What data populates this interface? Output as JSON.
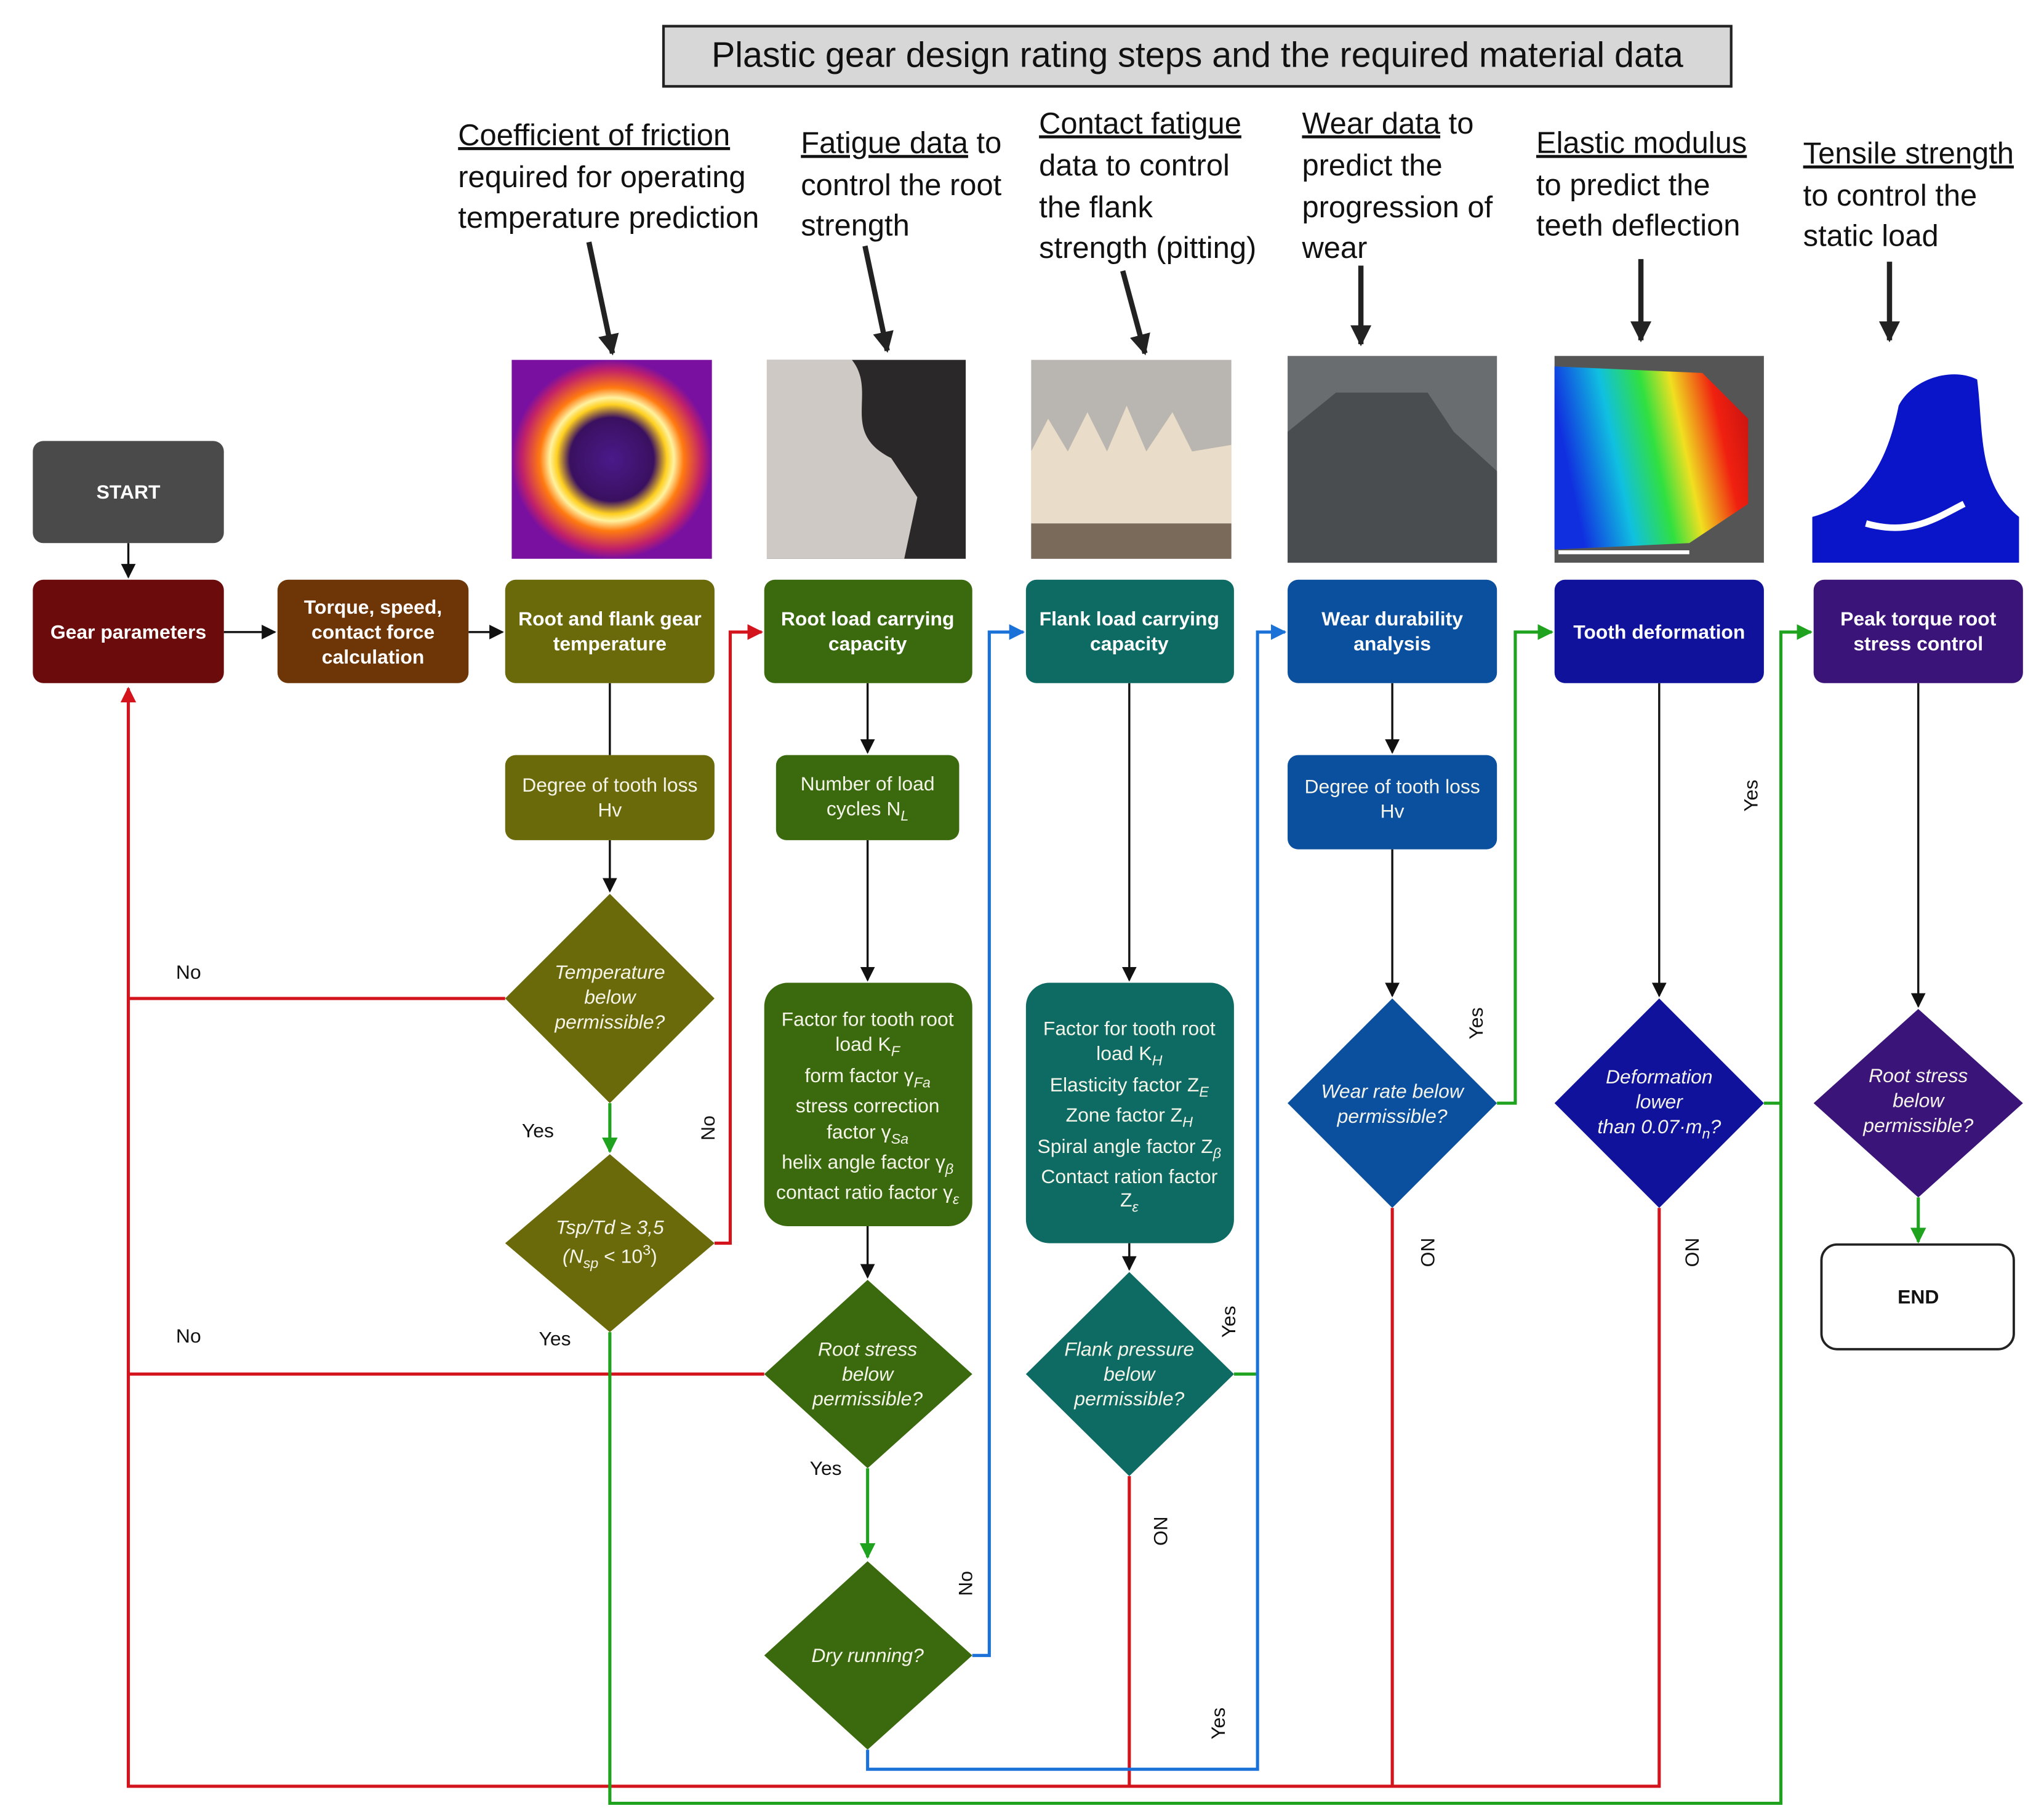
{
  "title": "Plastic gear design rating steps and the required material data",
  "annotations": [
    {
      "u": "Coefficient of friction",
      "lines": [
        "required for operating",
        "temperature prediction"
      ]
    },
    {
      "u": "Fatigue data",
      "rest": " to",
      "lines": [
        "control the root",
        "strength"
      ]
    },
    {
      "u": "Contact fatigue",
      "lines": [
        "data to control",
        "the flank",
        "strength (pitting)"
      ]
    },
    {
      "u": "Wear data",
      "rest": " to",
      "lines": [
        "predict the",
        "progression of",
        "wear"
      ]
    },
    {
      "u": "Elastic modulus",
      "lines": [
        "to predict the",
        "teeth deflection"
      ]
    },
    {
      "u": "Tensile strength",
      "lines": [
        "to control the",
        "static load"
      ]
    }
  ],
  "nodes": {
    "start": "START",
    "gear_parameters": "Gear parameters",
    "torque": [
      "Torque, speed,",
      "contact force",
      "calculation"
    ],
    "temperature": [
      "Root and flank gear",
      "temperature"
    ],
    "root_load": [
      "Root load carrying",
      "capacity"
    ],
    "flank_load": [
      "Flank load carrying",
      "capacity"
    ],
    "wear": [
      "Wear durability",
      "analysis"
    ],
    "deformation": "Tooth deformation",
    "peak": [
      "Peak torque root",
      "stress control"
    ],
    "tooth_loss_1": [
      "Degree of tooth loss",
      "Hv"
    ],
    "load_cycles": {
      "l1": "Number of load",
      "l2": "cycles N",
      "sub": "L"
    },
    "tooth_loss_2": [
      "Degree of tooth loss",
      "Hv"
    ],
    "factors_root": [
      {
        "t": "Factor for tooth root"
      },
      {
        "t": "load K",
        "sub": "F"
      },
      {
        "t": "form factor γ",
        "sub": "Fa"
      },
      {
        "t": "stress correction"
      },
      {
        "t": "factor γ",
        "sub": "Sa"
      },
      {
        "t": "helix angle factor γ",
        "sub": "β"
      },
      {
        "t": "contact ratio factor γ",
        "sub": "ε"
      }
    ],
    "factors_flank": [
      {
        "t": "Factor for tooth root"
      },
      {
        "t": "load K",
        "sub": "H"
      },
      {
        "t": "Elasticity factor Z",
        "sub": "E"
      },
      {
        "t": "Zone factor Z",
        "sub": "H"
      },
      {
        "t": "Spiral angle factor Z",
        "sub": "β"
      },
      {
        "t": "Contact ration factor"
      },
      {
        "t": "Z",
        "sub": "ε"
      }
    ],
    "end": "END"
  },
  "decisions": {
    "temperature": [
      "Temperature",
      "below",
      "permissible?"
    ],
    "tsp": {
      "l1": "Tsp/Td ≥ 3,5",
      "l2a": "(N",
      "l2sub": "sp",
      "l2b": " < 10",
      "l2sup": "3",
      "l2c": ")"
    },
    "root_stress": [
      "Root stress",
      "below",
      "permissible?"
    ],
    "dry": "Dry running?",
    "flank_pressure": [
      "Flank pressure",
      "below",
      "permissible?"
    ],
    "wear_rate": [
      "Wear rate below",
      "permissible?"
    ],
    "deformation": {
      "l1": "Deformation",
      "l2": "lower",
      "l3": "than 0.07·m",
      "sub": "n",
      "l3b": "?"
    },
    "peak_root": [
      "Root stress",
      "below",
      "permissible?"
    ]
  },
  "edge_labels": {
    "no": "No",
    "yes": "Yes",
    "NO": "NO"
  },
  "colors": {
    "start": "#4a4a4a",
    "gear": "#6b0b0b",
    "torque": "#6e3607",
    "olive": "#6b6a0a",
    "green": "#3b6a0e",
    "teal": "#0e6b64",
    "blue": "#0b4f9f",
    "navy": "#10129b",
    "purple": "#3b1479"
  }
}
